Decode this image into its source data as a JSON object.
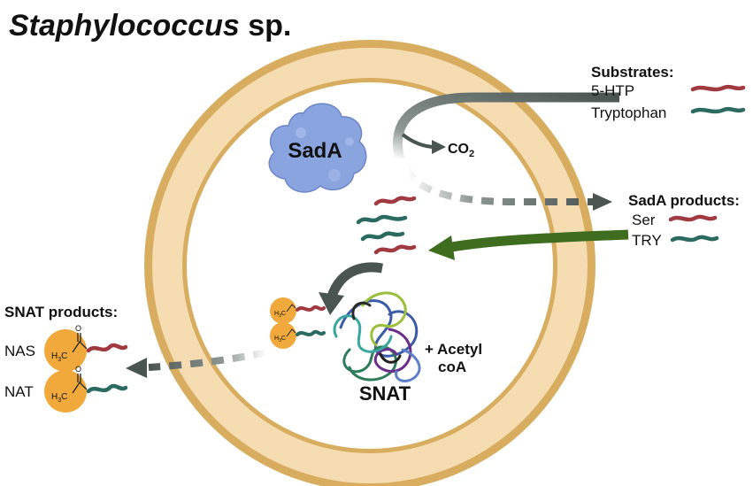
{
  "title": {
    "genus": "Staphylococcus",
    "suffix": " sp."
  },
  "enzymes": {
    "sada": "SadA",
    "snat": "SNAT"
  },
  "cofactor": {
    "line1": "+ Acetyl",
    "line2": "coA"
  },
  "co2": {
    "main": "CO",
    "subscript": "2"
  },
  "substrates": {
    "heading": "Substrates:",
    "items": [
      "5-HTP",
      "Tryptophan"
    ]
  },
  "sada_products": {
    "heading": "SadA products:",
    "items": [
      "Ser",
      "TRY"
    ]
  },
  "snat_products": {
    "heading": "SNAT products:",
    "items": [
      "NAS",
      "NAT"
    ]
  },
  "acetyl_label": {
    "main": "H",
    "subscript": "3",
    "tail": "C",
    "oxygen": "O"
  },
  "colors": {
    "membrane_outer": "#d9ad5f",
    "membrane_inner": "#f6dcb1",
    "cytoplasm": "#ffffff",
    "red_squiggle": "#a13a40",
    "teal_squiggle": "#2a6a60",
    "green_arrow": "#3f6d1f",
    "dark_arrow": "#4a5552",
    "sada_blob": "#8aa4e0",
    "acetyl_circle": "#f0a93a"
  }
}
